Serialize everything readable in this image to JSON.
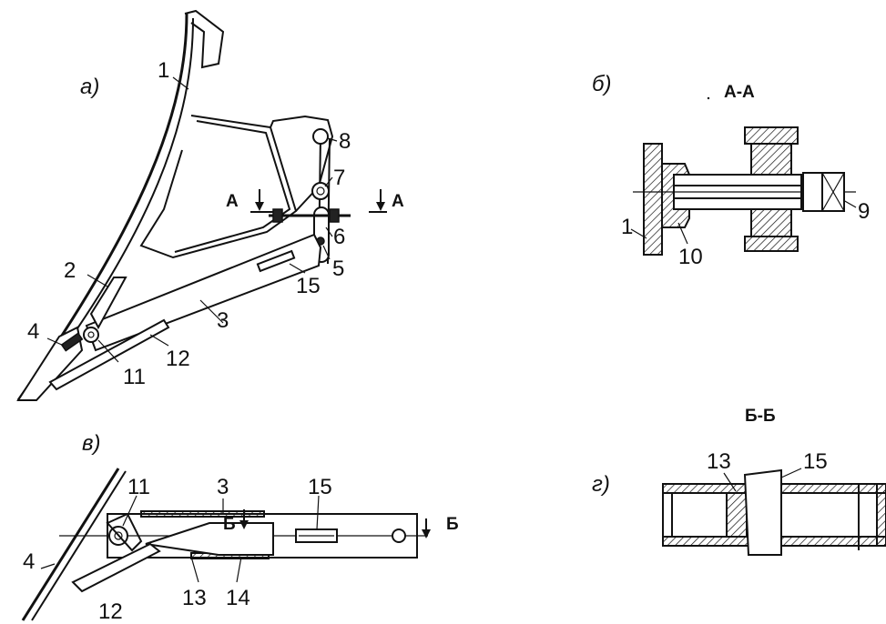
{
  "views": {
    "a": {
      "tag": "а)",
      "labels": [
        "1",
        "2",
        "3",
        "4",
        "5",
        "6",
        "7",
        "8",
        "11",
        "12",
        "15"
      ],
      "section_mark": "А"
    },
    "b": {
      "tag": "б)",
      "title": "А-А",
      "labels": [
        "1",
        "10",
        "9"
      ]
    },
    "v": {
      "tag": "в)",
      "labels": [
        "11",
        "3",
        "15",
        "4",
        "12",
        "13",
        "14"
      ],
      "section_mark": "Б"
    },
    "g": {
      "tag": "г)",
      "title": "Б-Б",
      "labels": [
        "13",
        "15"
      ]
    }
  }
}
